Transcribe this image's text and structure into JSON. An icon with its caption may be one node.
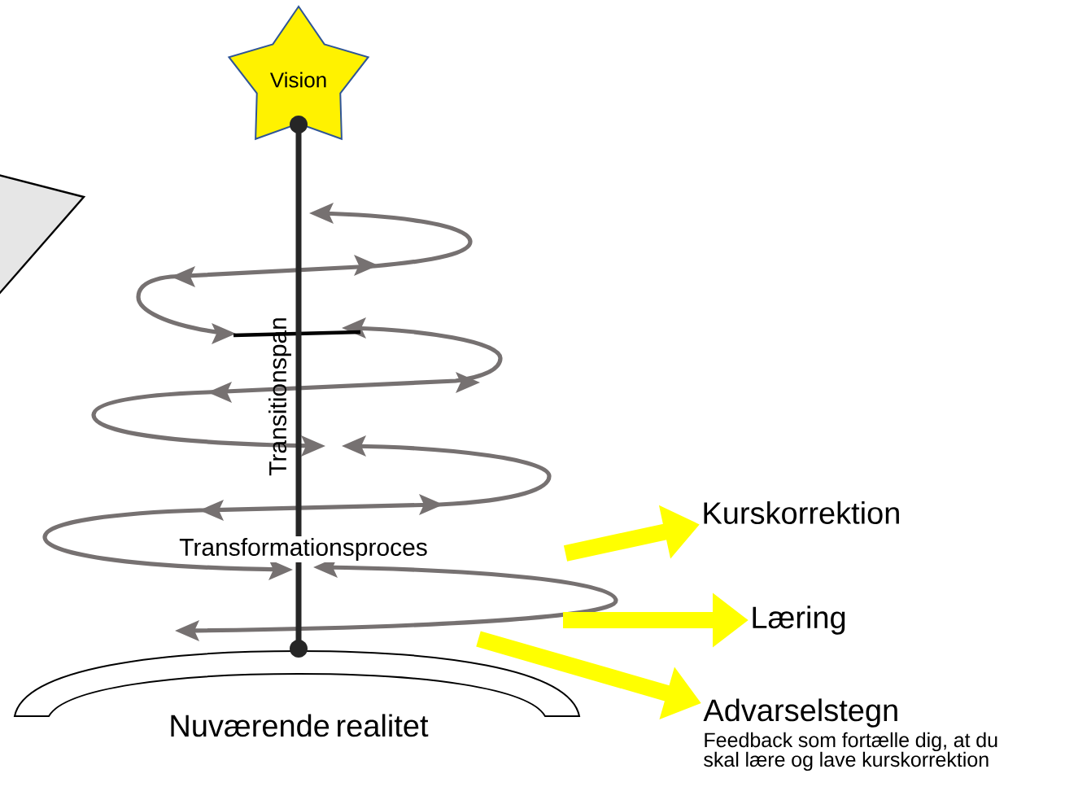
{
  "diagram": {
    "nodes": [
      {
        "text": [
          "Vision"
        ]
      },
      {
        "text": [
          "Nuværende realitet"
        ]
      },
      {
        "text": [
          "Kurskorrektion"
        ]
      },
      {
        "text": [
          "Læring"
        ]
      },
      {
        "text": [
          "Advarselstegn",
          "Feedback som fortælle dig, at du skal lære og lave kurskorrektion"
        ]
      }
    ],
    "edges": [
      {
        "from": 0,
        "to": 1,
        "arrow": "other",
        "label": "Transitionspan",
        "color": "#262626"
      },
      {
        "from": null,
        "to": 2,
        "arrow": "to"
      },
      {
        "from": null,
        "to": 3,
        "arrow": "to"
      },
      {
        "from": null,
        "to": 4,
        "arrow": "to"
      }
    ],
    "labels": [
      "Transformationsproces"
    ]
  }
}
